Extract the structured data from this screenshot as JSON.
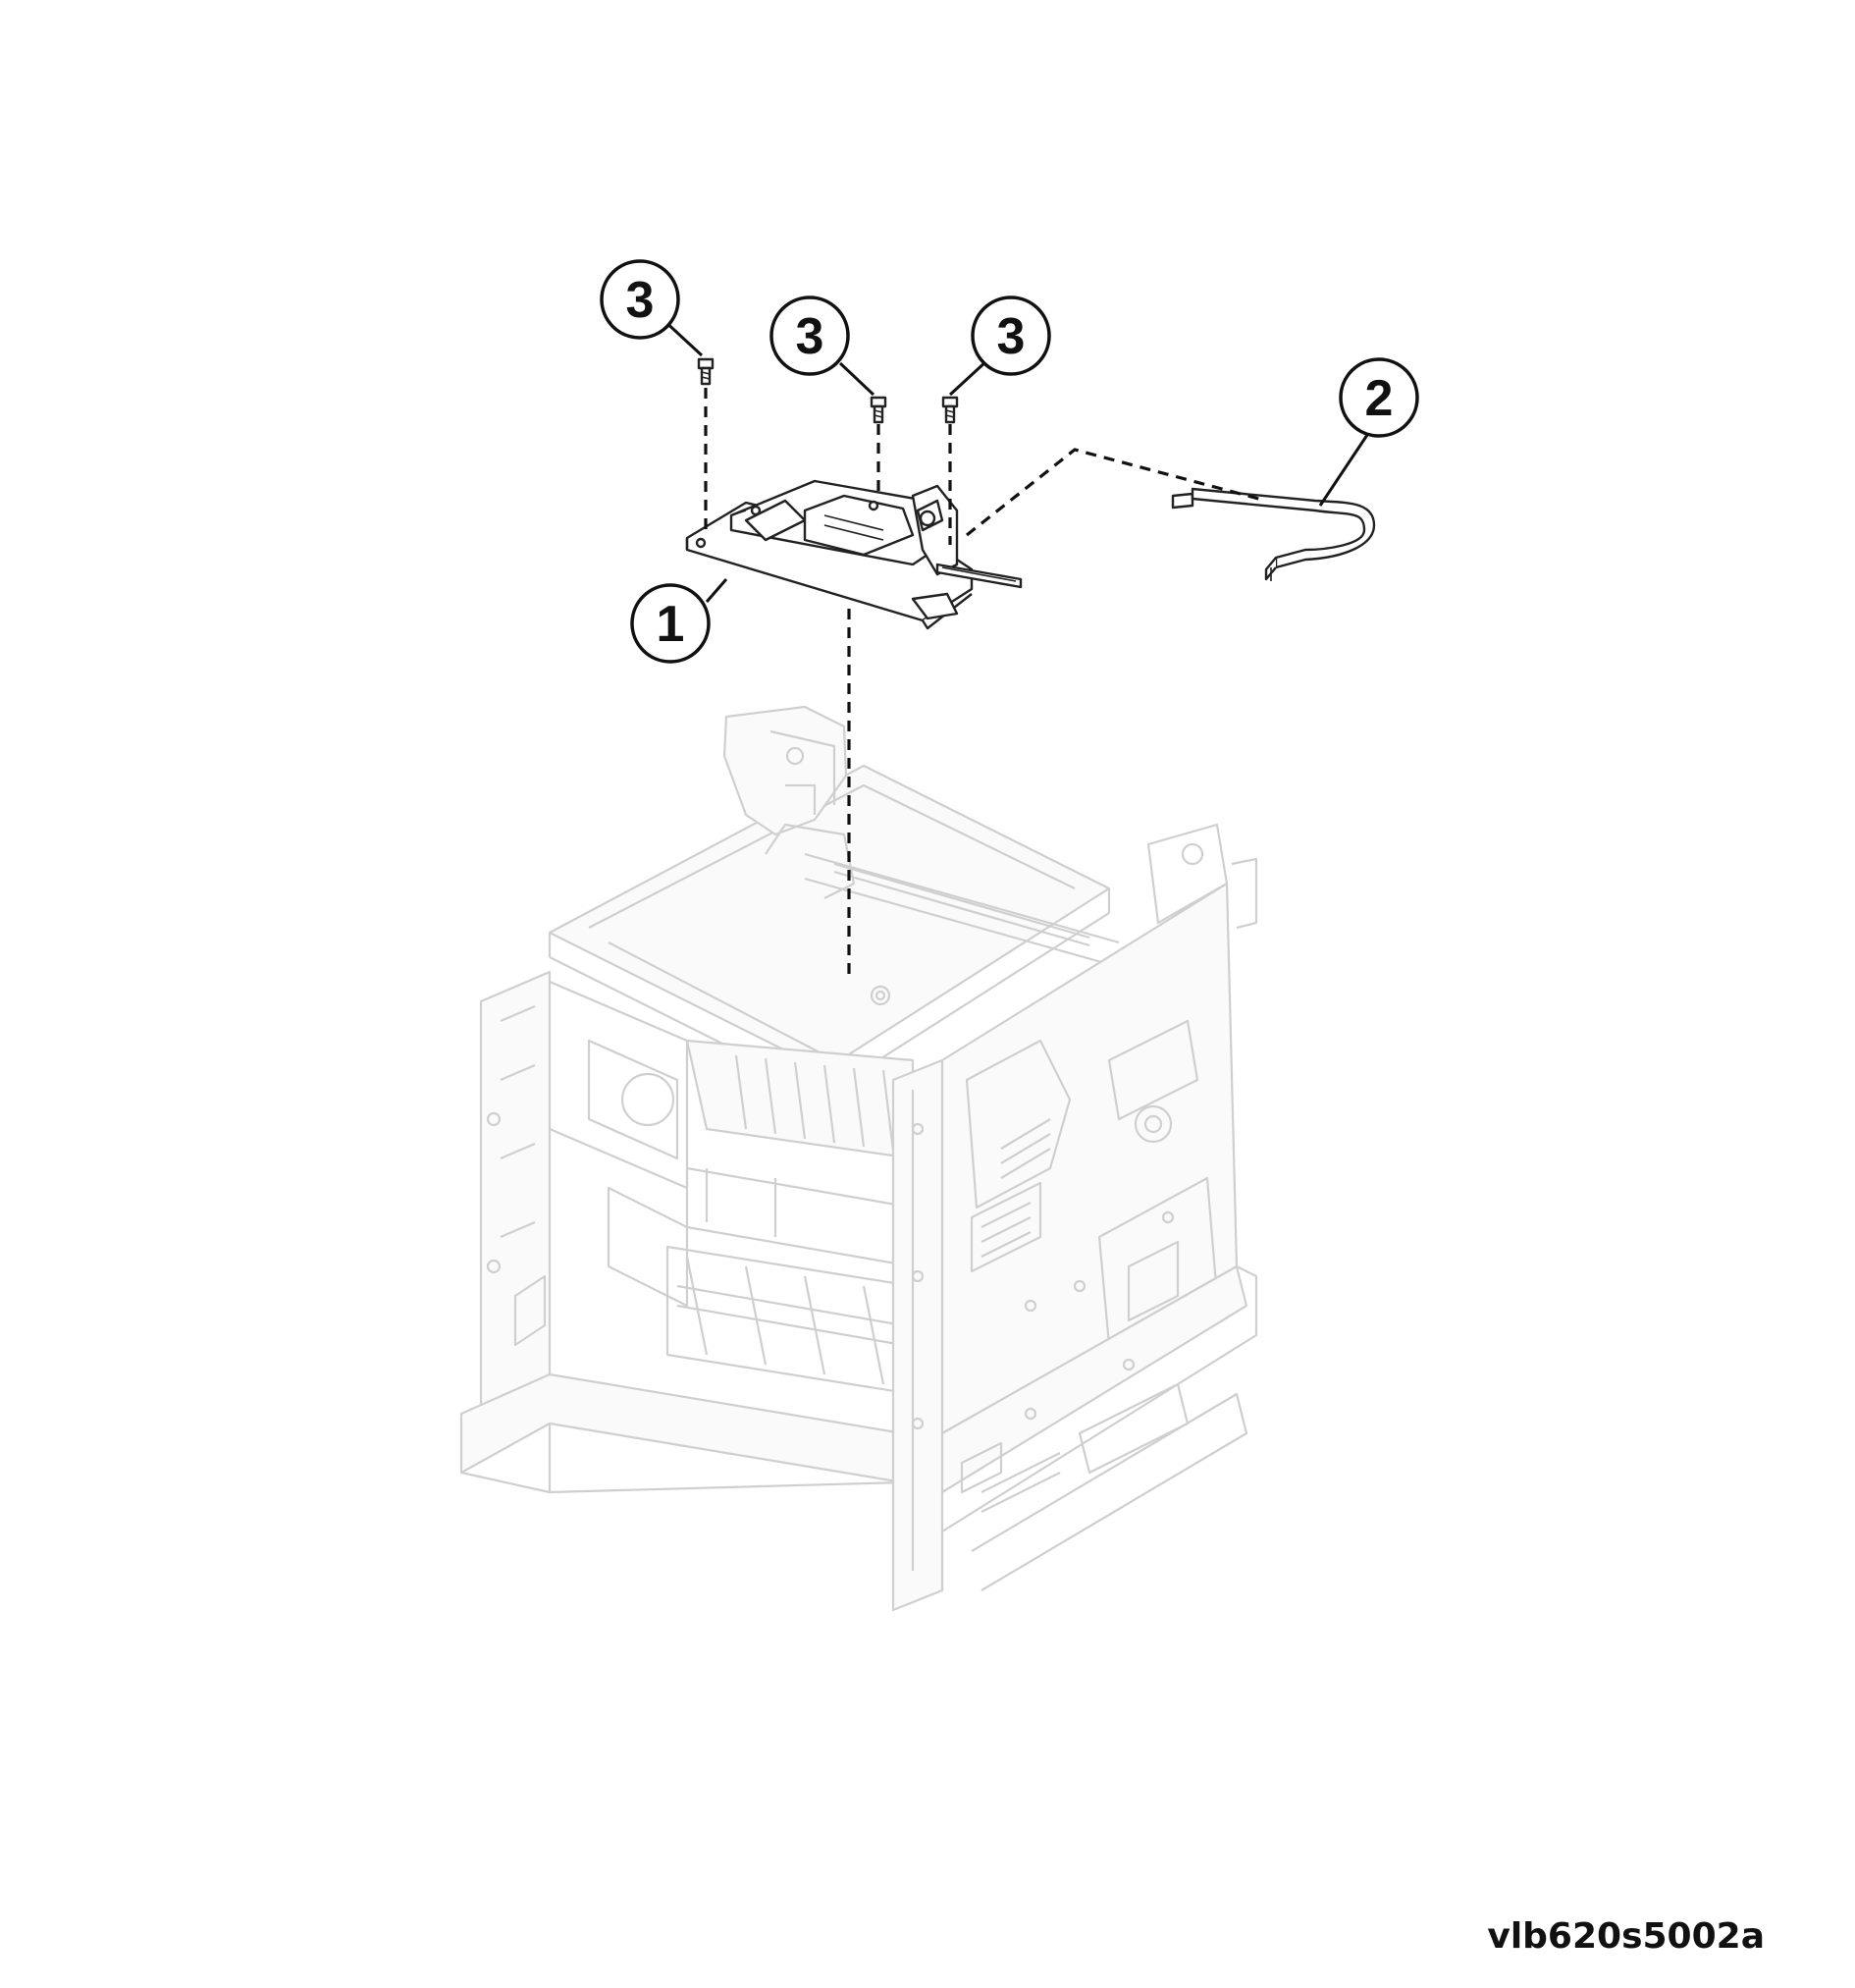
{
  "callouts": [
    {
      "id": "screw-left",
      "label": "3"
    },
    {
      "id": "screw-middle",
      "label": "3"
    },
    {
      "id": "screw-right",
      "label": "3"
    },
    {
      "id": "cable",
      "label": "2"
    },
    {
      "id": "module",
      "label": "1"
    }
  ],
  "figure_id": "vlb620s5002a"
}
